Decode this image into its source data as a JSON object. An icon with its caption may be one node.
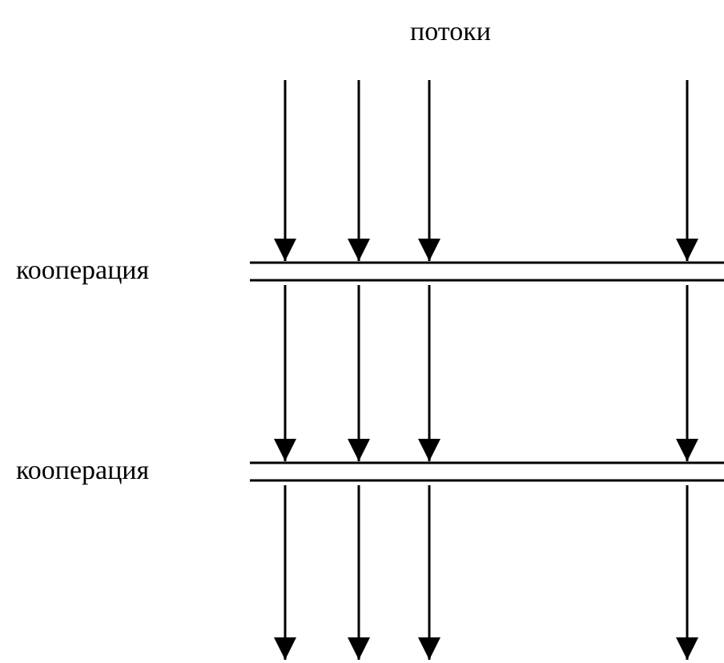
{
  "diagram": {
    "nodes": [
      {
        "text": [
          "кооперация"
        ]
      },
      {
        "text": [
          "кооперация"
        ]
      }
    ],
    "edges": [
      {
        "from": null,
        "to": 0,
        "arrow": "to"
      },
      {
        "from": null,
        "to": 0,
        "arrow": "to"
      },
      {
        "from": null,
        "to": 0,
        "arrow": "to"
      },
      {
        "from": null,
        "to": 0,
        "arrow": "to"
      },
      {
        "from": 0,
        "to": 1,
        "arrow": "to"
      },
      {
        "from": 0,
        "to": 1,
        "arrow": "to"
      },
      {
        "from": 0,
        "to": 1,
        "arrow": "to"
      },
      {
        "from": 0,
        "to": 1,
        "arrow": "to"
      },
      {
        "from": 1,
        "to": null,
        "arrow": "to"
      },
      {
        "from": 1,
        "to": null,
        "arrow": "to"
      },
      {
        "from": 1,
        "to": null,
        "arrow": "to"
      },
      {
        "from": 1,
        "to": null,
        "arrow": "to"
      }
    ],
    "labels": [
      "потоки"
    ]
  }
}
